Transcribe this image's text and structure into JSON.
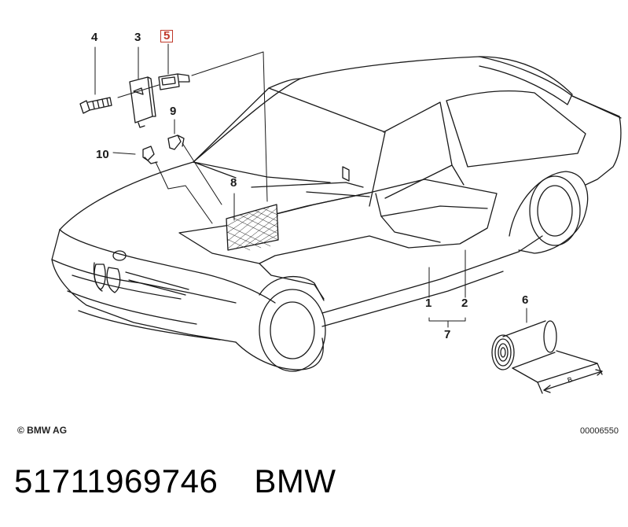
{
  "callouts": [
    {
      "id": "4",
      "highlighted": false
    },
    {
      "id": "3",
      "highlighted": false
    },
    {
      "id": "5",
      "highlighted": true
    },
    {
      "id": "9",
      "highlighted": false
    },
    {
      "id": "10",
      "highlighted": false
    },
    {
      "id": "8",
      "highlighted": false
    },
    {
      "id": "6",
      "highlighted": false
    },
    {
      "id": "1",
      "highlighted": false
    },
    {
      "id": "2",
      "highlighted": false
    },
    {
      "id": "7",
      "highlighted": false
    }
  ],
  "dimension_label": "B",
  "copyright": "© BMW AG",
  "diagram_id": "00006550",
  "footer": {
    "part_number": "51711969746",
    "brand": "BMW"
  },
  "colors": {
    "highlight": "#c0392b",
    "line": "#1a1a1a"
  }
}
